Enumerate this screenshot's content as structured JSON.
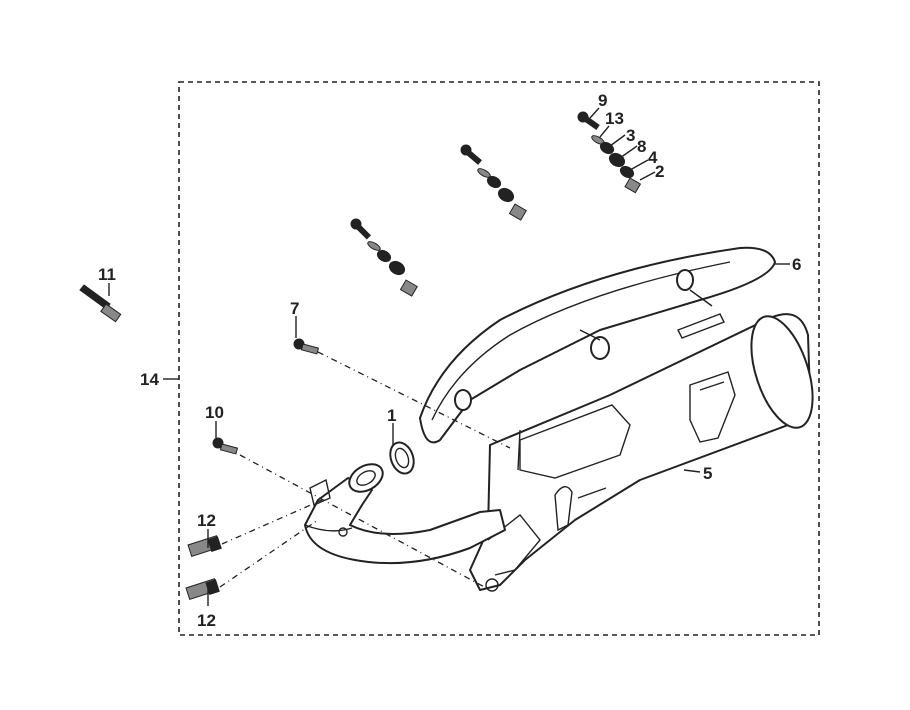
{
  "callouts": [
    {
      "id": "1",
      "text": "1"
    },
    {
      "id": "2",
      "text": "2"
    },
    {
      "id": "3",
      "text": "3"
    },
    {
      "id": "4",
      "text": "4"
    },
    {
      "id": "5",
      "text": "5"
    },
    {
      "id": "6",
      "text": "6"
    },
    {
      "id": "7",
      "text": "7"
    },
    {
      "id": "8",
      "text": "8"
    },
    {
      "id": "9",
      "text": "9"
    },
    {
      "id": "10",
      "text": "10"
    },
    {
      "id": "11",
      "text": "11"
    },
    {
      "id": "12a",
      "text": "12"
    },
    {
      "id": "12b",
      "text": "12"
    },
    {
      "id": "13",
      "text": "13"
    },
    {
      "id": "14",
      "text": "14"
    }
  ]
}
